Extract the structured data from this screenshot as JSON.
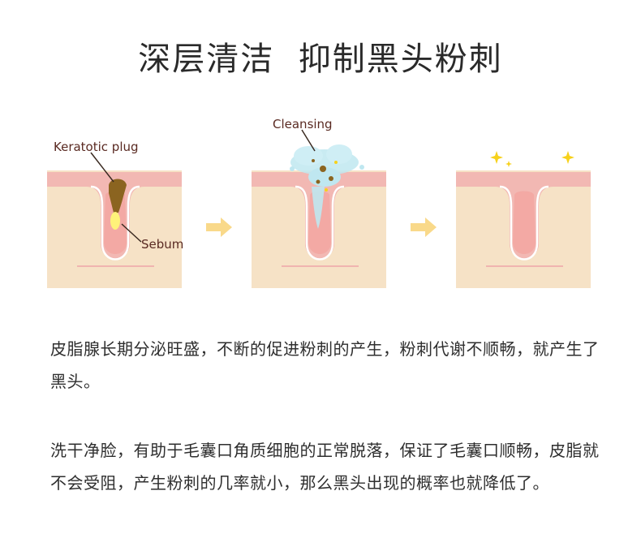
{
  "title": "深层清洁  抑制黑头粉刺",
  "diagram": {
    "labels": {
      "keratotic_plug": "Keratotic plug",
      "sebum": "Sebum",
      "cleansing": "Cleansing"
    },
    "colors": {
      "skin_top": "#f2b8b3",
      "dermis": "#f6e2c6",
      "pore_inner": "#f3a9a4",
      "plug": "#8b6420",
      "sebum": "#fff27a",
      "arrow": "#f9d98a",
      "foam": "#bfe7f0",
      "sparkle": "#f7d11a"
    }
  },
  "paragraphs": [
    "皮脂腺长期分泌旺盛，不断的促进粉刺的产生，粉刺代谢不顺畅，就产生了黑头。",
    "洗干净脸，有助于毛囊口角质细胞的正常脱落，保证了毛囊口顺畅，皮脂就不会受阻，产生粉刺的几率就小，那么黑头出现的概率也就降低了。"
  ]
}
